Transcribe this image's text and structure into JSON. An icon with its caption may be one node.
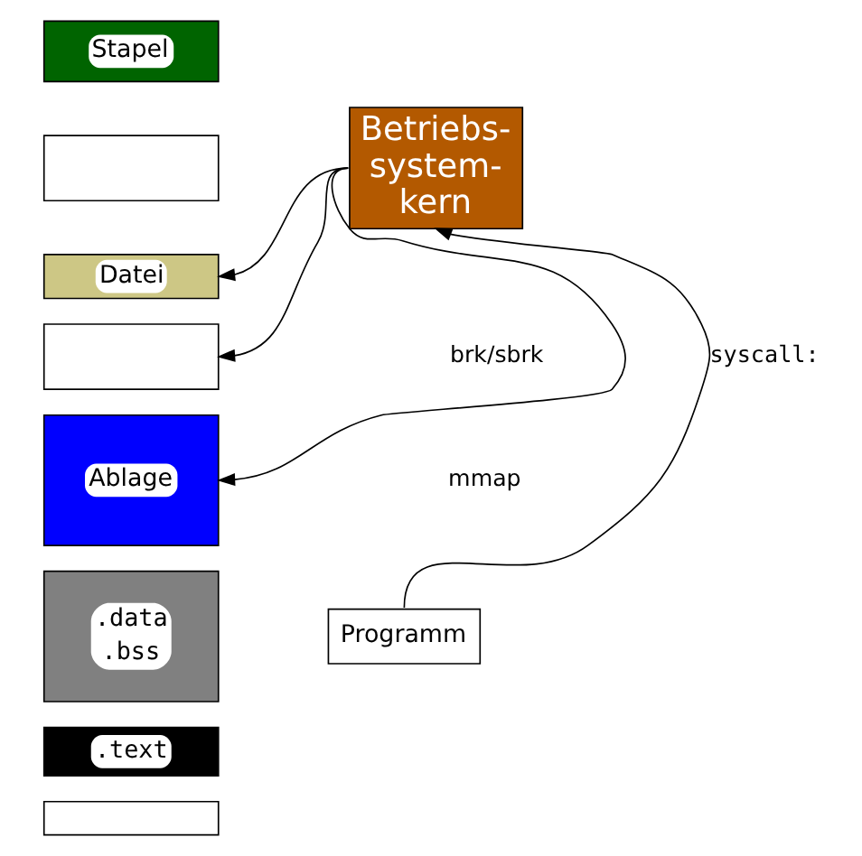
{
  "diagram": {
    "nodes": [
      {
        "text": [
          "Stapel"
        ]
      },
      {
        "text": [],
        "shape": "box"
      },
      {
        "text": [
          "Datei"
        ]
      },
      {
        "text": [],
        "shape": "box"
      },
      {
        "text": [
          "Ablage"
        ]
      },
      {
        "text": [
          ".data",
          ".bss"
        ]
      },
      {
        "text": [
          ".text"
        ]
      },
      {
        "text": [],
        "shape": "box"
      },
      {
        "text": [
          "Betriebs- system- kern"
        ]
      },
      {
        "text": [
          "Programm"
        ]
      }
    ],
    "edges": [
      {
        "from": 8,
        "to": 2,
        "arrow": "to"
      },
      {
        "from": 8,
        "to": 3,
        "arrow": "to"
      },
      {
        "from": 8,
        "to": 4,
        "arrow": "to"
      },
      {
        "from": 9,
        "to": 8,
        "arrow": "to",
        "label": "syscall:"
      }
    ],
    "labels": [
      "brk/sbrk",
      "mmap"
    ]
  }
}
